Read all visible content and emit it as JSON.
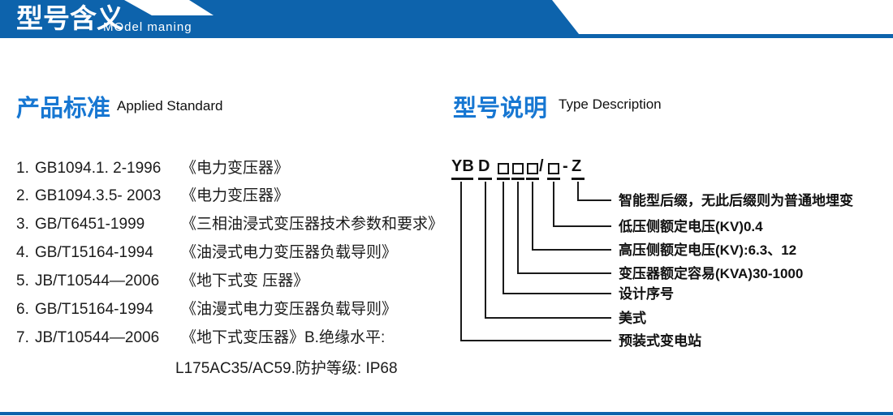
{
  "colors": {
    "banner_blue": "#0d63ac",
    "heading_blue": "#1777d2",
    "text_dark": "#1b1b1b"
  },
  "header": {
    "title_cn": "型号含义",
    "title_en": "MOdel maning"
  },
  "left_section": {
    "heading_cn": "产品标准",
    "heading_en": "Applied Standard",
    "standards": [
      {
        "num": "1.",
        "code": "GB1094.1. 2-1996",
        "title": "《电力变压器》"
      },
      {
        "num": "2.",
        "code": "GB1094.3.5- 2003",
        "title": "《电力变压器》"
      },
      {
        "num": "3.",
        "code": "GB/T6451-1999",
        "title": "《三相油浸式变压器技术参数和要求》"
      },
      {
        "num": "4.",
        "code": "GB/T15164-1994",
        "title": "《油浸式电力变压器负载导则》"
      },
      {
        "num": "5.",
        "code": "JB/T10544—2006",
        "title": "《地下式变 压器》"
      },
      {
        "num": "6.",
        "code": "GB/T15164-1994",
        "title": "《油漫式电力变压器负载导则》"
      },
      {
        "num": "7.",
        "code": "JB/T10544—2006",
        "title": "《地下式变压器》B.绝缘水平:"
      }
    ],
    "continuation": "L175AC35/AC59.防护等级: IP68"
  },
  "right_section": {
    "heading_cn": "型号说明",
    "heading_en": "Type Description",
    "model_code": {
      "parts": [
        "YB",
        "D",
        "□",
        "□",
        "□",
        "/",
        "□",
        "-",
        "Z"
      ],
      "display": "YBD□□□/□-Z"
    },
    "legend": [
      {
        "label": "智能型后缀，无此后缀则为普通地埋变"
      },
      {
        "label": "低压侧额定电压(KV)0.4"
      },
      {
        "label": "高压侧额定电压(KV):6.3、12"
      },
      {
        "label": "变压器额定容易(KVA)30-1000"
      },
      {
        "label": "设计序号"
      },
      {
        "label": "美式"
      },
      {
        "label": "预装式变电站"
      }
    ]
  }
}
